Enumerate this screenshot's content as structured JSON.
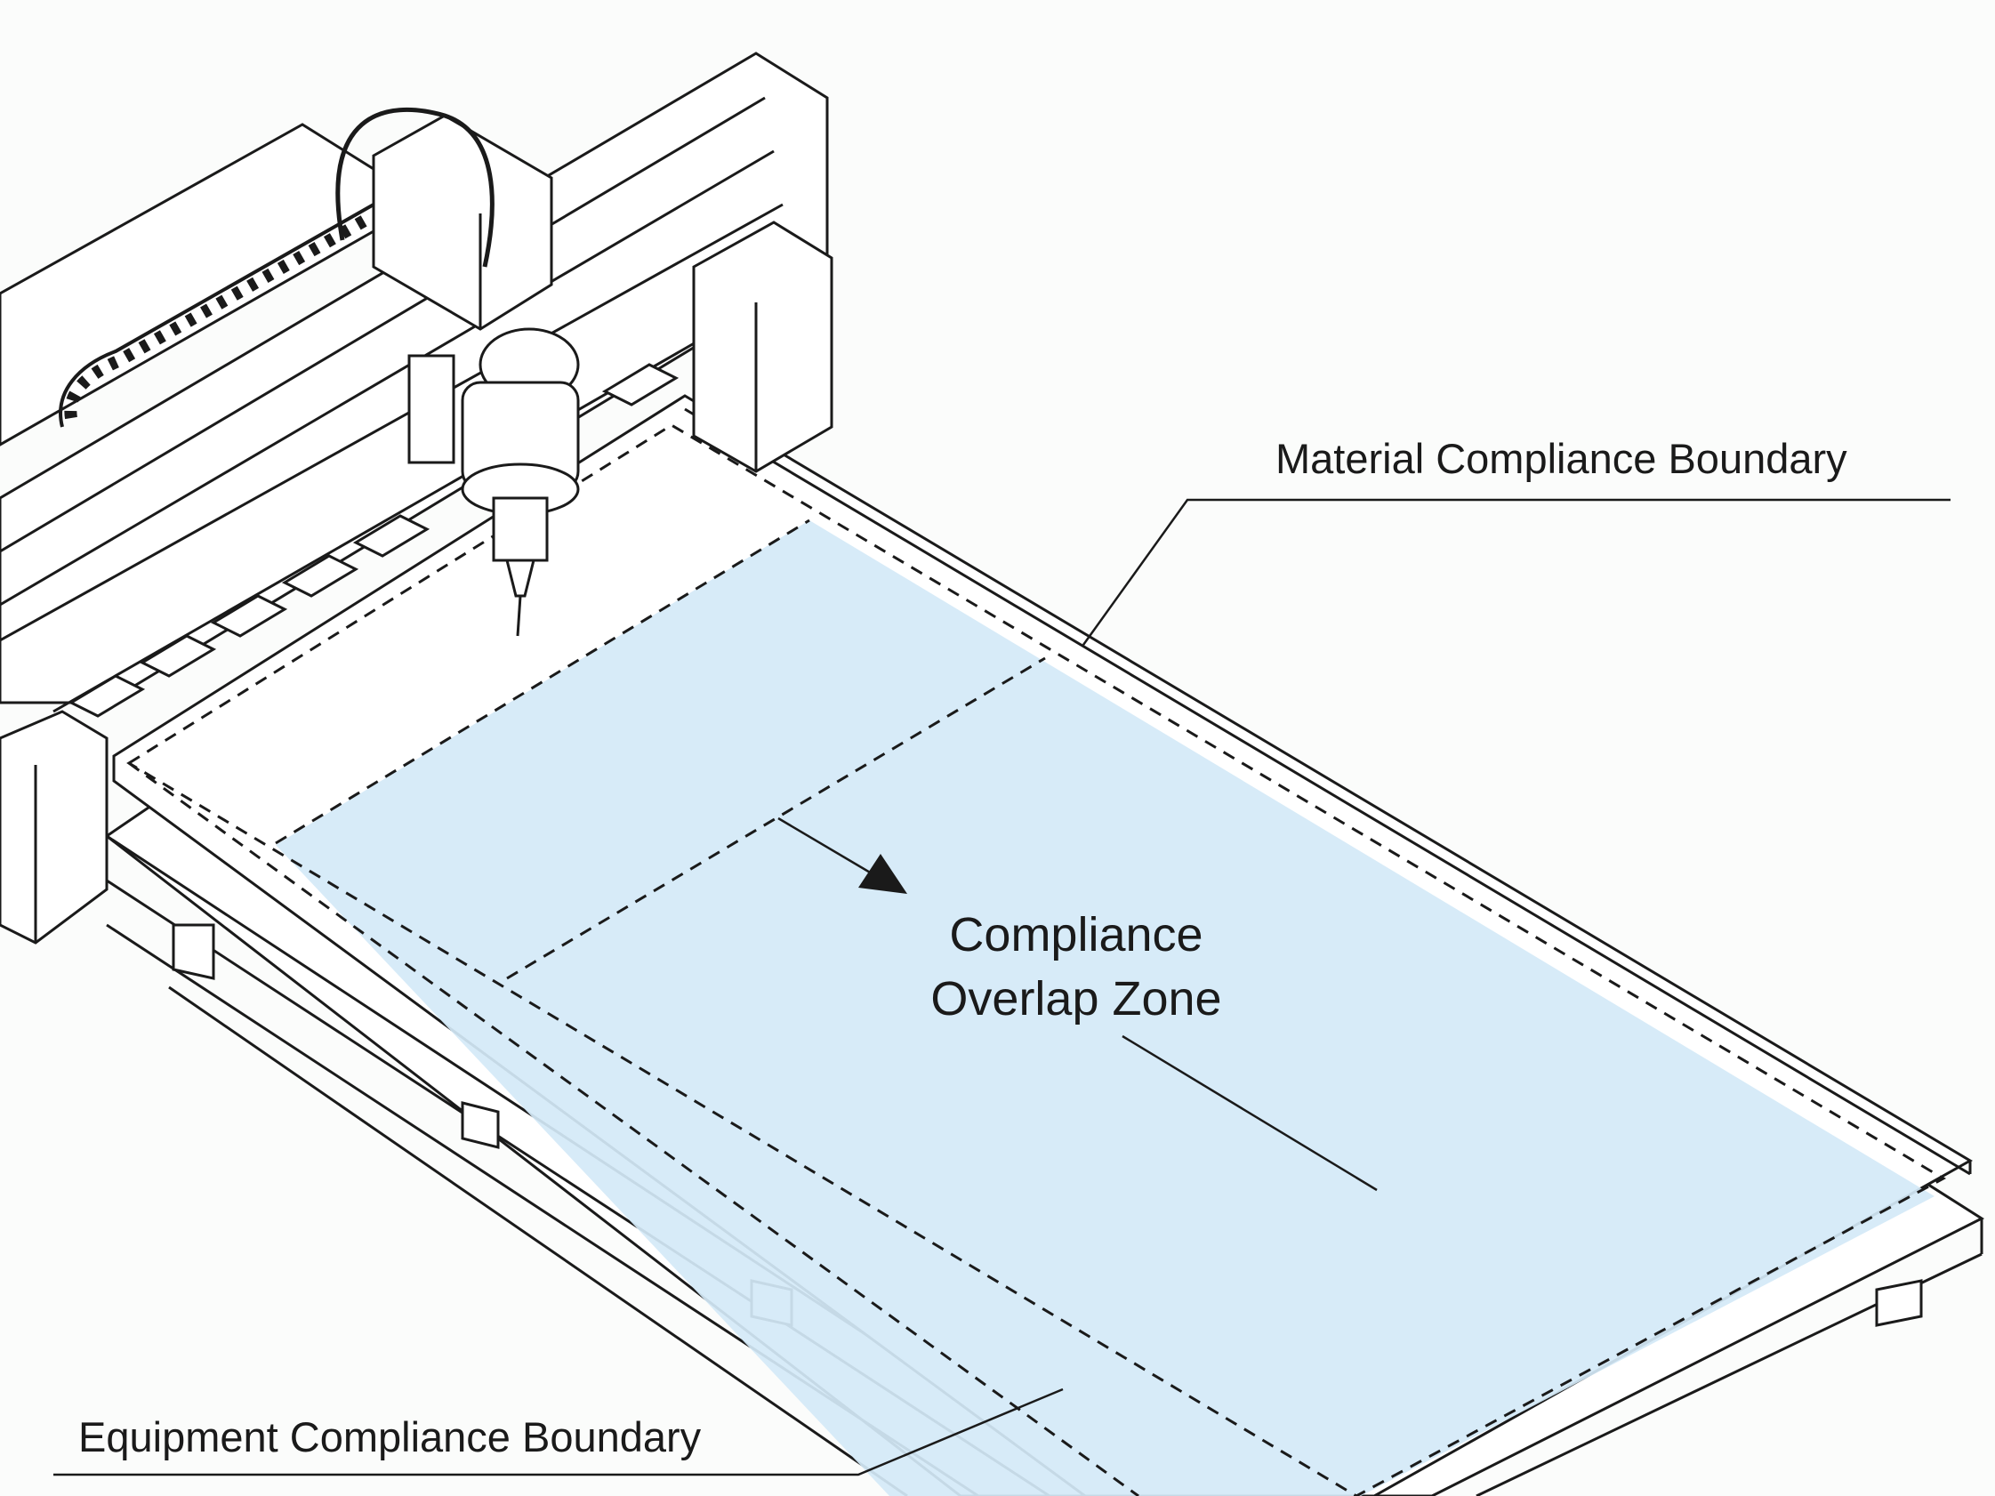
{
  "labels": {
    "material_boundary": "Material Compliance Boundary",
    "overlap_zone_line1": "Compliance",
    "overlap_zone_line2": "Overlap Zone",
    "equipment_boundary": "Equipment Compliance Boundary"
  },
  "colors": {
    "line": "#1a1a1a",
    "overlap_fill": "#d4e9f7",
    "background": "#fbfcfb",
    "machine_fill": "#ffffff"
  }
}
